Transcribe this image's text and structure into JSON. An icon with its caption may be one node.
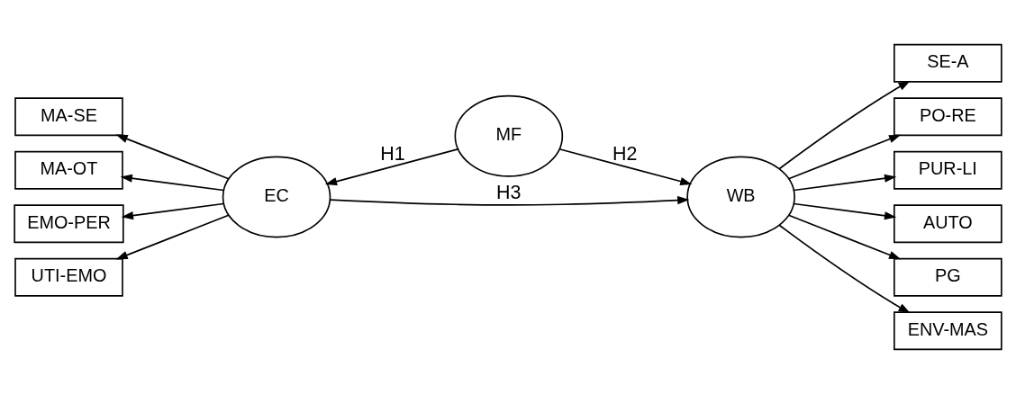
{
  "diagram": {
    "nodes": [
      {
        "text": [
          "MF"
        ]
      },
      {
        "text": [
          "MA-SE"
        ]
      },
      {
        "text": [
          "MA-OT"
        ]
      },
      {
        "text": [
          "EMO-PER"
        ]
      },
      {
        "text": [
          "UTI-EMO"
        ]
      },
      {
        "text": [
          "EC"
        ]
      },
      {
        "text": [
          "WB"
        ]
      },
      {
        "text": [
          "SE-A"
        ]
      },
      {
        "text": [
          "PO-RE"
        ]
      },
      {
        "text": [
          "PUR-LI"
        ]
      },
      {
        "text": [
          "AUTO"
        ]
      },
      {
        "text": [
          "PG"
        ]
      },
      {
        "text": [
          "ENV-MAS"
        ]
      }
    ],
    "edges": [
      {
        "from": 0,
        "to": 5,
        "arrow": "to",
        "label": "H1"
      },
      {
        "from": 0,
        "to": 6,
        "arrow": "to",
        "label": "H2"
      },
      {
        "from": 5,
        "to": 6,
        "arrow": "to",
        "label": "H3"
      },
      {
        "from": 5,
        "to": 1,
        "arrow": "to"
      },
      {
        "from": 5,
        "to": 2,
        "arrow": "to"
      },
      {
        "from": 5,
        "to": 3,
        "arrow": "to"
      },
      {
        "from": 5,
        "to": 4,
        "arrow": "to"
      },
      {
        "from": 6,
        "to": 7,
        "arrow": "to"
      },
      {
        "from": 6,
        "to": 8,
        "arrow": "to"
      },
      {
        "from": 6,
        "to": 9,
        "arrow": "to"
      },
      {
        "from": 6,
        "to": 10,
        "arrow": "to"
      },
      {
        "from": 6,
        "to": 11,
        "arrow": "to"
      },
      {
        "from": 6,
        "to": 12,
        "arrow": "to"
      }
    ]
  }
}
